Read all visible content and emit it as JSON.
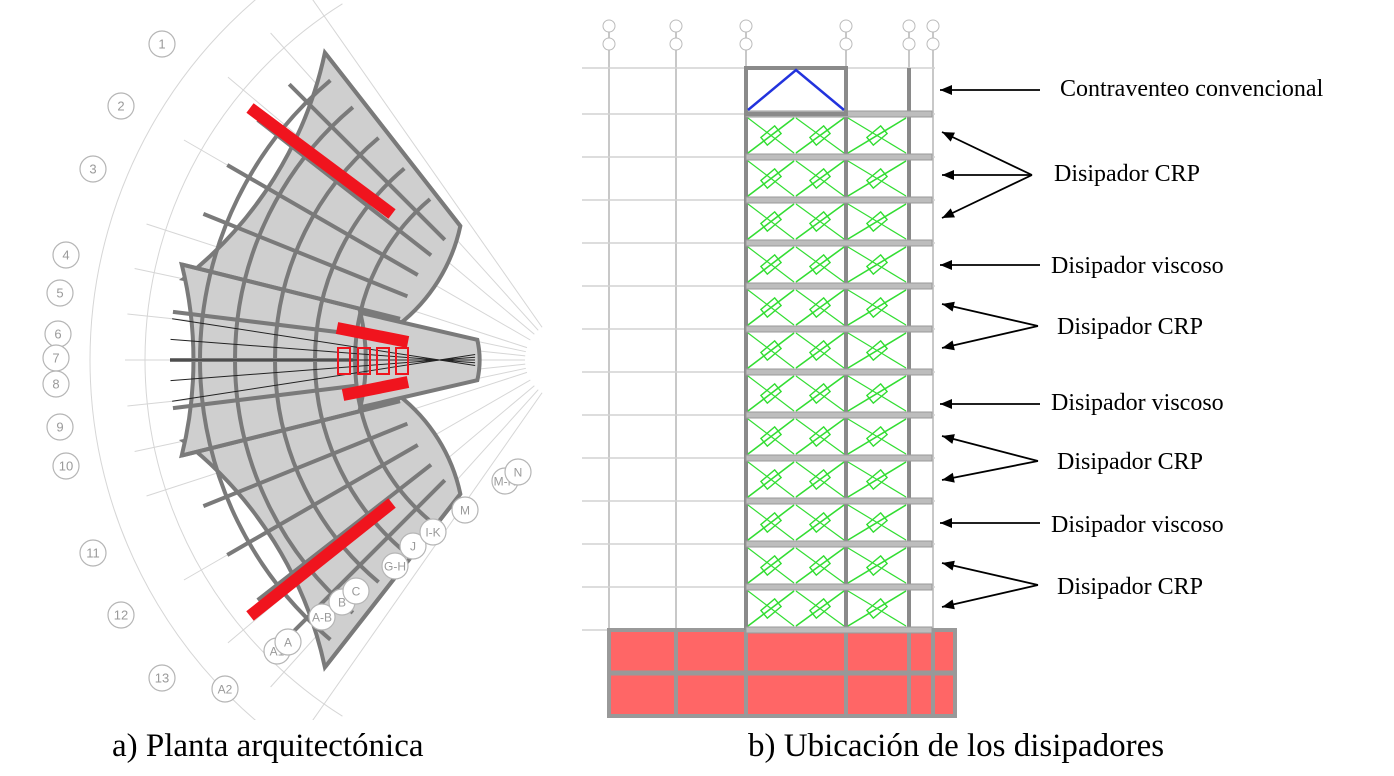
{
  "captions": {
    "a": "a) Planta arquitectónica",
    "b": "b) Ubicación de los disipadores"
  },
  "plan": {
    "radial_grid_labels": [
      "1",
      "2",
      "3",
      "4",
      "5",
      "6",
      "7",
      "8",
      "9",
      "10",
      "11",
      "12",
      "13"
    ],
    "gridline_labels": [
      "A2",
      "A1",
      "A",
      "A-B",
      "B",
      "C",
      "G-H",
      "J",
      "I-K",
      "M",
      "M-N",
      "N"
    ]
  },
  "elevation": {
    "annotations": [
      "Contraventeo convencional",
      "Disipador CRP",
      "Disipador viscoso",
      "Disipador CRP",
      "Disipador viscoso",
      "Disipador CRP",
      "Disipador viscoso",
      "Disipador CRP"
    ]
  },
  "colors": {
    "slab_fill": "#cfcfcf",
    "beam": "#7a7a7a",
    "grid": "#d6d6d6",
    "brace_highlight": "#f0141e",
    "crp_damper": "#33dd33",
    "conventional_brace": "#2233dd",
    "podium_fill": "#ff6666",
    "arrow": "#000000"
  }
}
